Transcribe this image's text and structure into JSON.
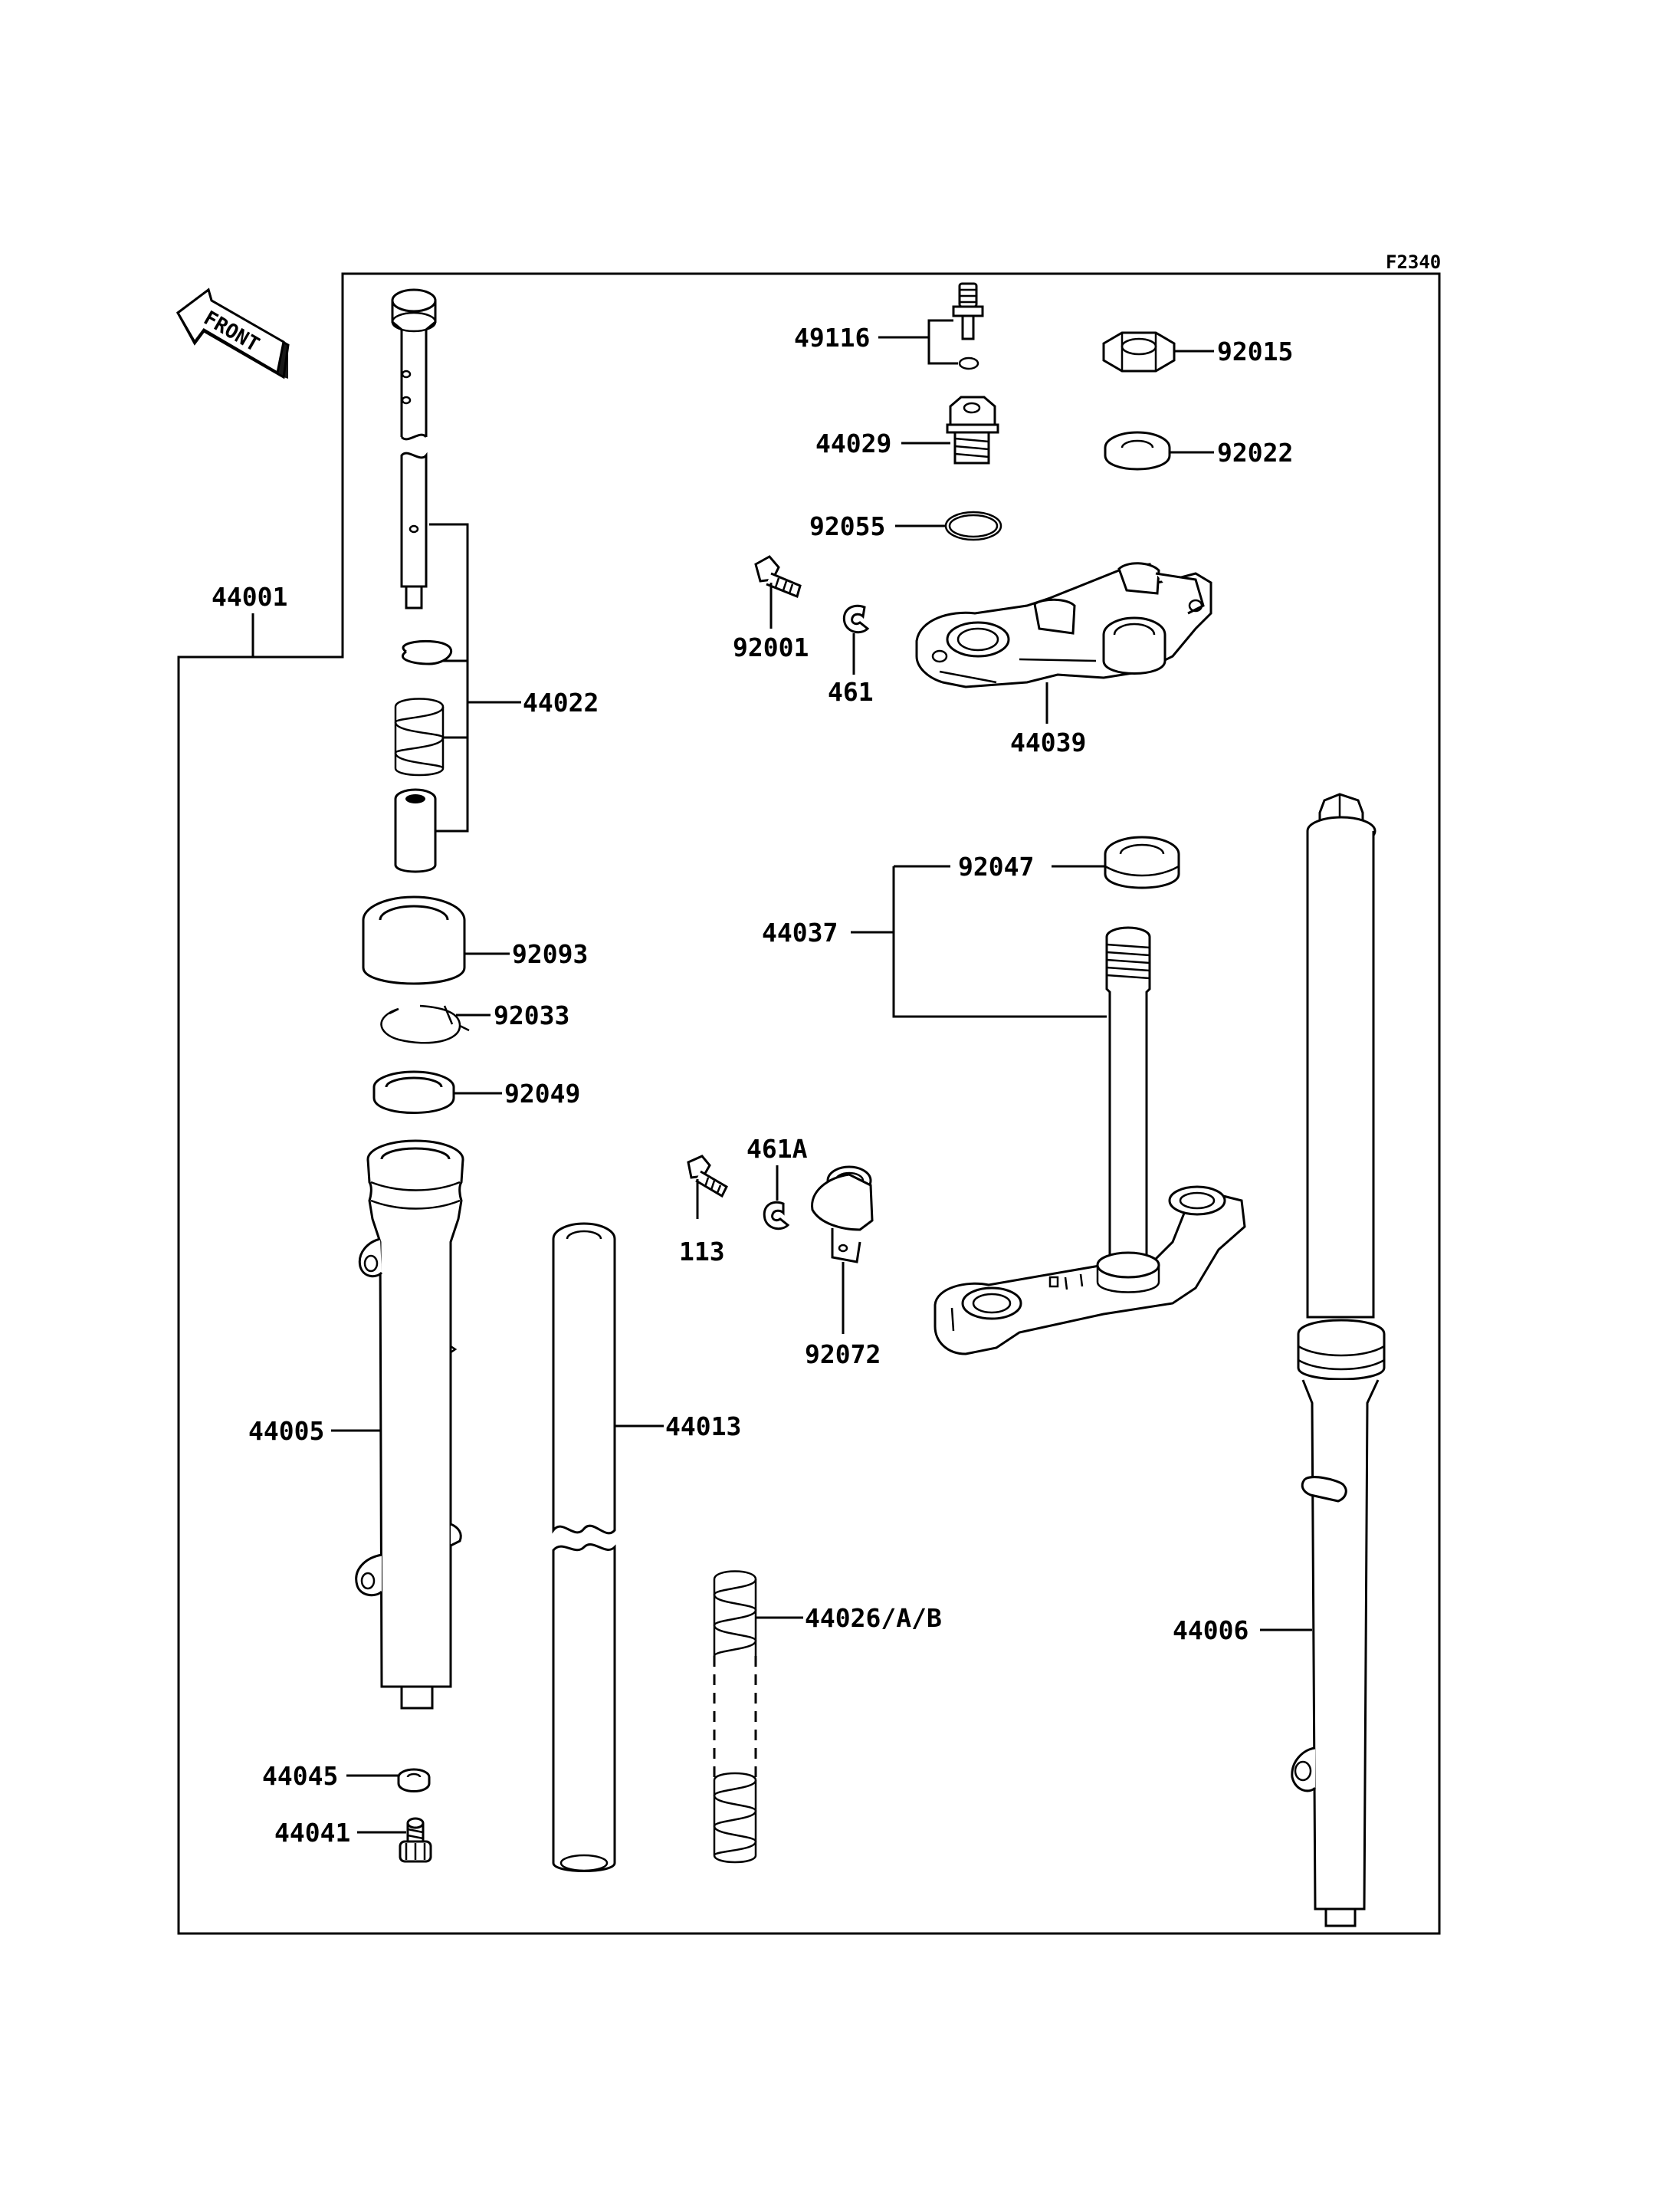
{
  "figure_code": "F2340",
  "front_indicator": "FRONT",
  "parts": {
    "p44001": "44001",
    "p44022": "44022",
    "p92093": "92093",
    "p92033": "92033",
    "p92049": "92049",
    "p44005": "44005",
    "p44045": "44045",
    "p44041": "44041",
    "p44013": "44013",
    "p44026": "44026/A/B",
    "p49116": "49116",
    "p92015": "92015",
    "p44029": "44029",
    "p92022": "92022",
    "p92055": "92055",
    "p92001": "92001",
    "p461": "461",
    "p44039": "44039",
    "p92047": "92047",
    "p44037": "44037",
    "p461A": "461A",
    "p113": "113",
    "p92072": "92072",
    "p44006": "44006"
  }
}
